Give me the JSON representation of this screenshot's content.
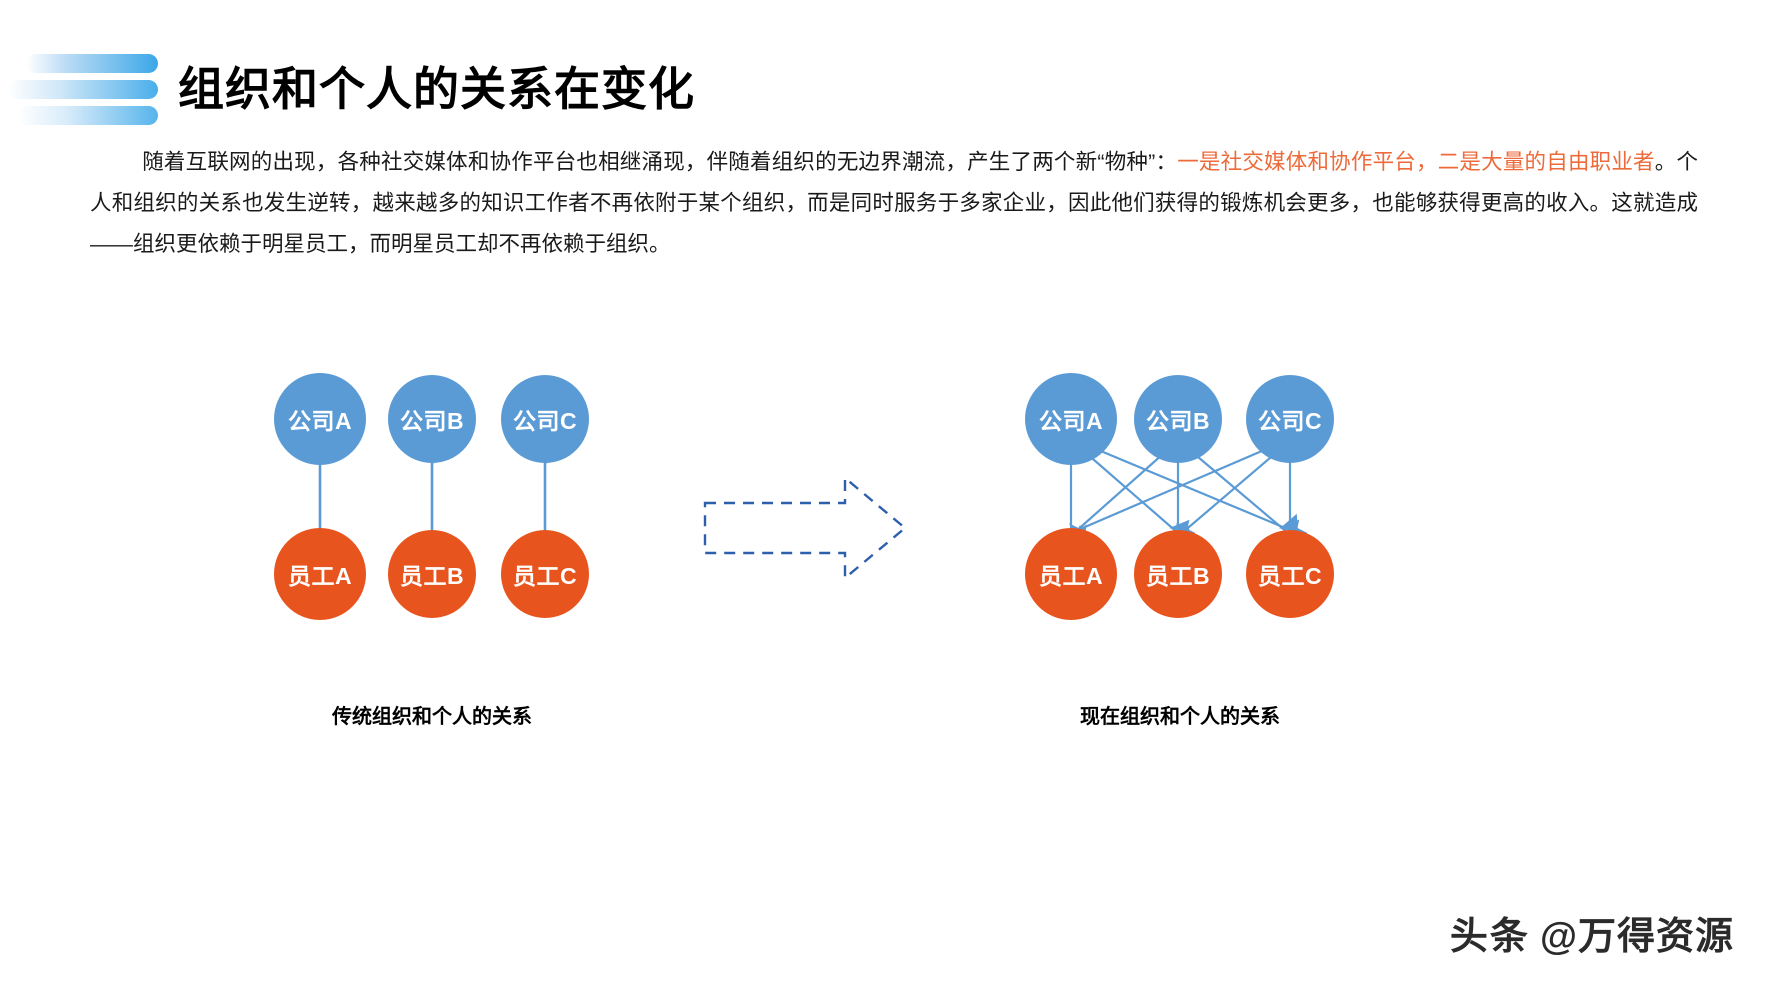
{
  "header": {
    "title": "组织和个人的关系在变化",
    "decoration": "three-bars-gradient"
  },
  "paragraph": {
    "seg1": "随着互联网的出现，各种社交媒体和协作平台也相继涌现，伴随着组织的无边界潮流，产生了两个新“物种”：",
    "seg2_highlight": "一是社交媒体和协作平台，二是大量的自由职业者",
    "seg3": "。个人和组织的关系也发生逆转，越来越多的知识工作者不再依附于某个组织，而是同时服务于多家企业，因此他们获得的锻炼机会更多，也能够获得更高的收入。这就造成——组织更依赖于明星员工，而明星员工却不再依赖于组织。",
    "highlight_color": "#ED6A3A"
  },
  "diagram": {
    "company_color": "#5B9BD5",
    "employee_color": "#E8541E",
    "arrow_color": "#5B9BD5",
    "transition_arrow_color": "#2E5FAC",
    "left": {
      "caption": "传统组织和个人的关系",
      "companies": [
        "公司A",
        "公司B",
        "公司C"
      ],
      "employees": [
        "员工A",
        "员工B",
        "员工C"
      ],
      "edges": "one-to-one-upward"
    },
    "right": {
      "caption": "现在组织和个人的关系",
      "companies": [
        "公司A",
        "公司B",
        "公司C"
      ],
      "employees": [
        "员工A",
        "员工B",
        "员工C"
      ],
      "edges": "all-to-all-downward"
    }
  },
  "watermark": {
    "mark": "头条",
    "text": "@万得资源"
  }
}
